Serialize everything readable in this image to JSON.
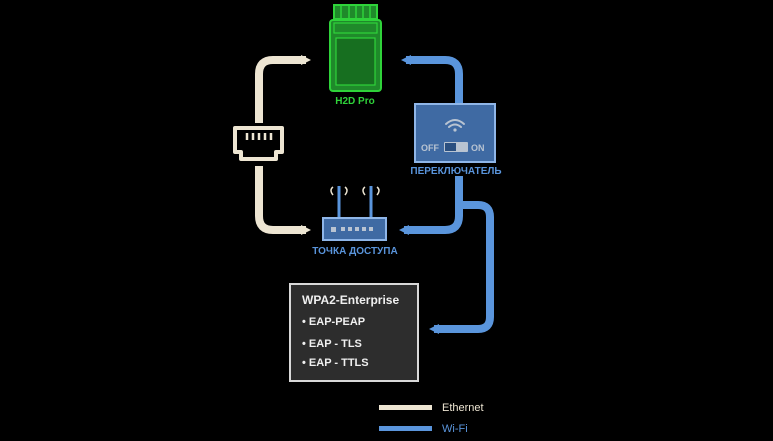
{
  "device": {
    "label": "H2D Pro"
  },
  "switch": {
    "label": "ПЕРЕКЛЮЧАТЕЛЬ",
    "off_text": "OFF",
    "on_text": "ON"
  },
  "access_point": {
    "label": "ТОЧКА ДОСТУПА"
  },
  "security": {
    "title": "WPA2-Enterprise",
    "items": [
      "• EAP-PEAP",
      "• EAP - TLS",
      "• EAP - TTLS"
    ]
  },
  "legend": {
    "ethernet": "Ethernet",
    "wifi": "Wi-Fi"
  },
  "colors": {
    "ethernet": "#ede5d2",
    "wifi": "#5a95dc",
    "device": "#2fd33a",
    "background": "#000000"
  },
  "icons": [
    "ethernet-port-icon",
    "wifi-icon",
    "toggle-switch-icon",
    "router-icon",
    "printer-device-icon"
  ]
}
